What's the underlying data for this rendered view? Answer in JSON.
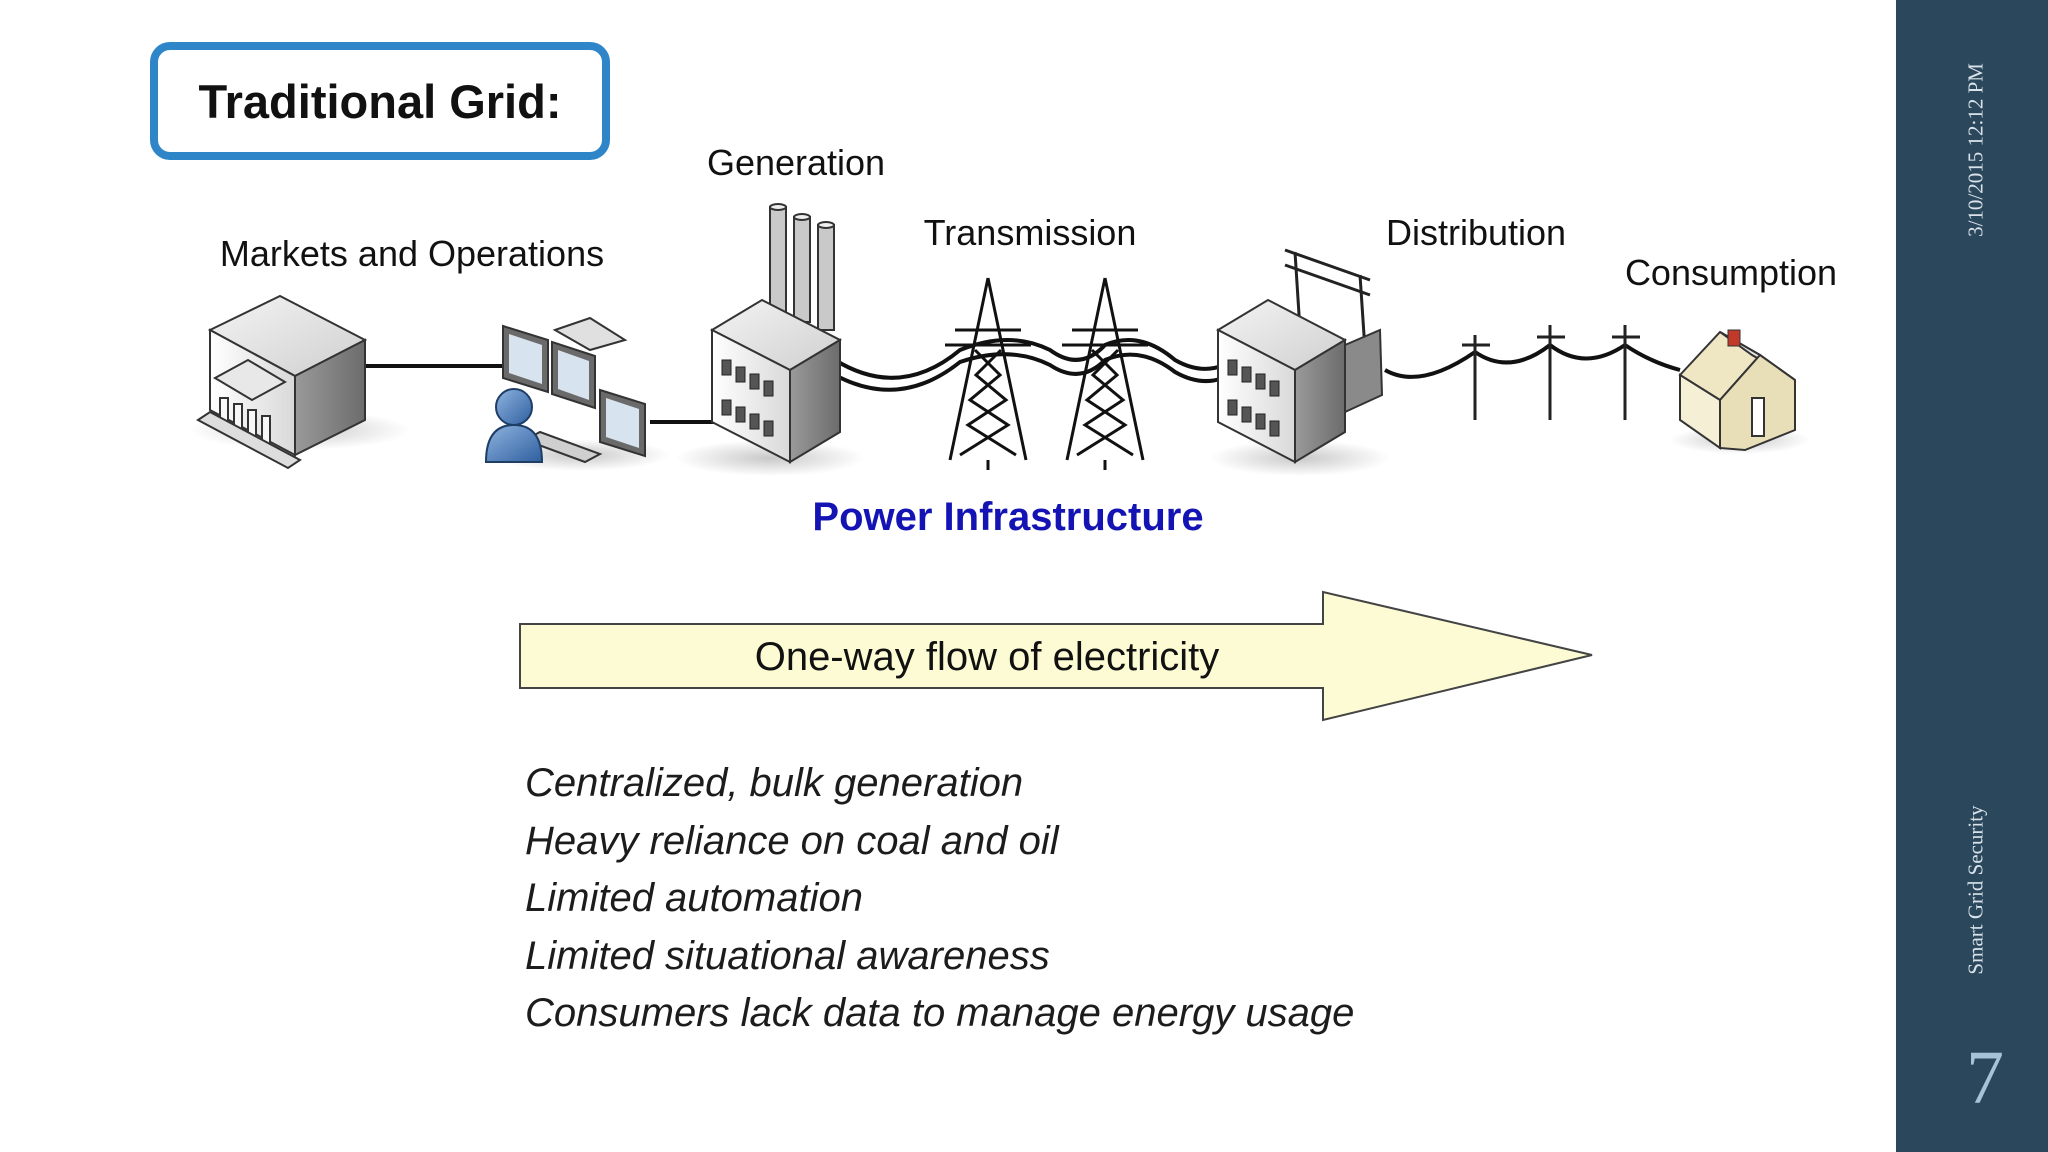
{
  "slide": {
    "title": "Traditional Grid:",
    "stages": {
      "markets": "Markets and Operations",
      "generation": "Generation",
      "transmission": "Transmission",
      "distribution": "Distribution",
      "consumption": "Consumption"
    },
    "infrastructure_label": "Power Infrastructure",
    "flow_label": "One-way flow of electricity",
    "bullets": [
      "Centralized, bulk generation",
      "Heavy reliance on coal and oil",
      "Limited automation",
      "Limited situational awareness",
      "Consumers lack data to manage energy usage"
    ]
  },
  "sidebar": {
    "date": "3/10/2015 12:12 PM",
    "deck_title": "Smart Grid Security",
    "slide_number": "7"
  },
  "colors": {
    "sidebar_bg": "#2b475c",
    "title_border": "#2e86c9",
    "infrastructure_text": "#1414b4",
    "arrow_fill": "#fcfbd4"
  },
  "icons": [
    "bank-building-icon",
    "operator-workstation-icon",
    "power-plant-icon",
    "transmission-tower-icon",
    "substation-icon",
    "utility-pole-icon",
    "house-icon"
  ]
}
